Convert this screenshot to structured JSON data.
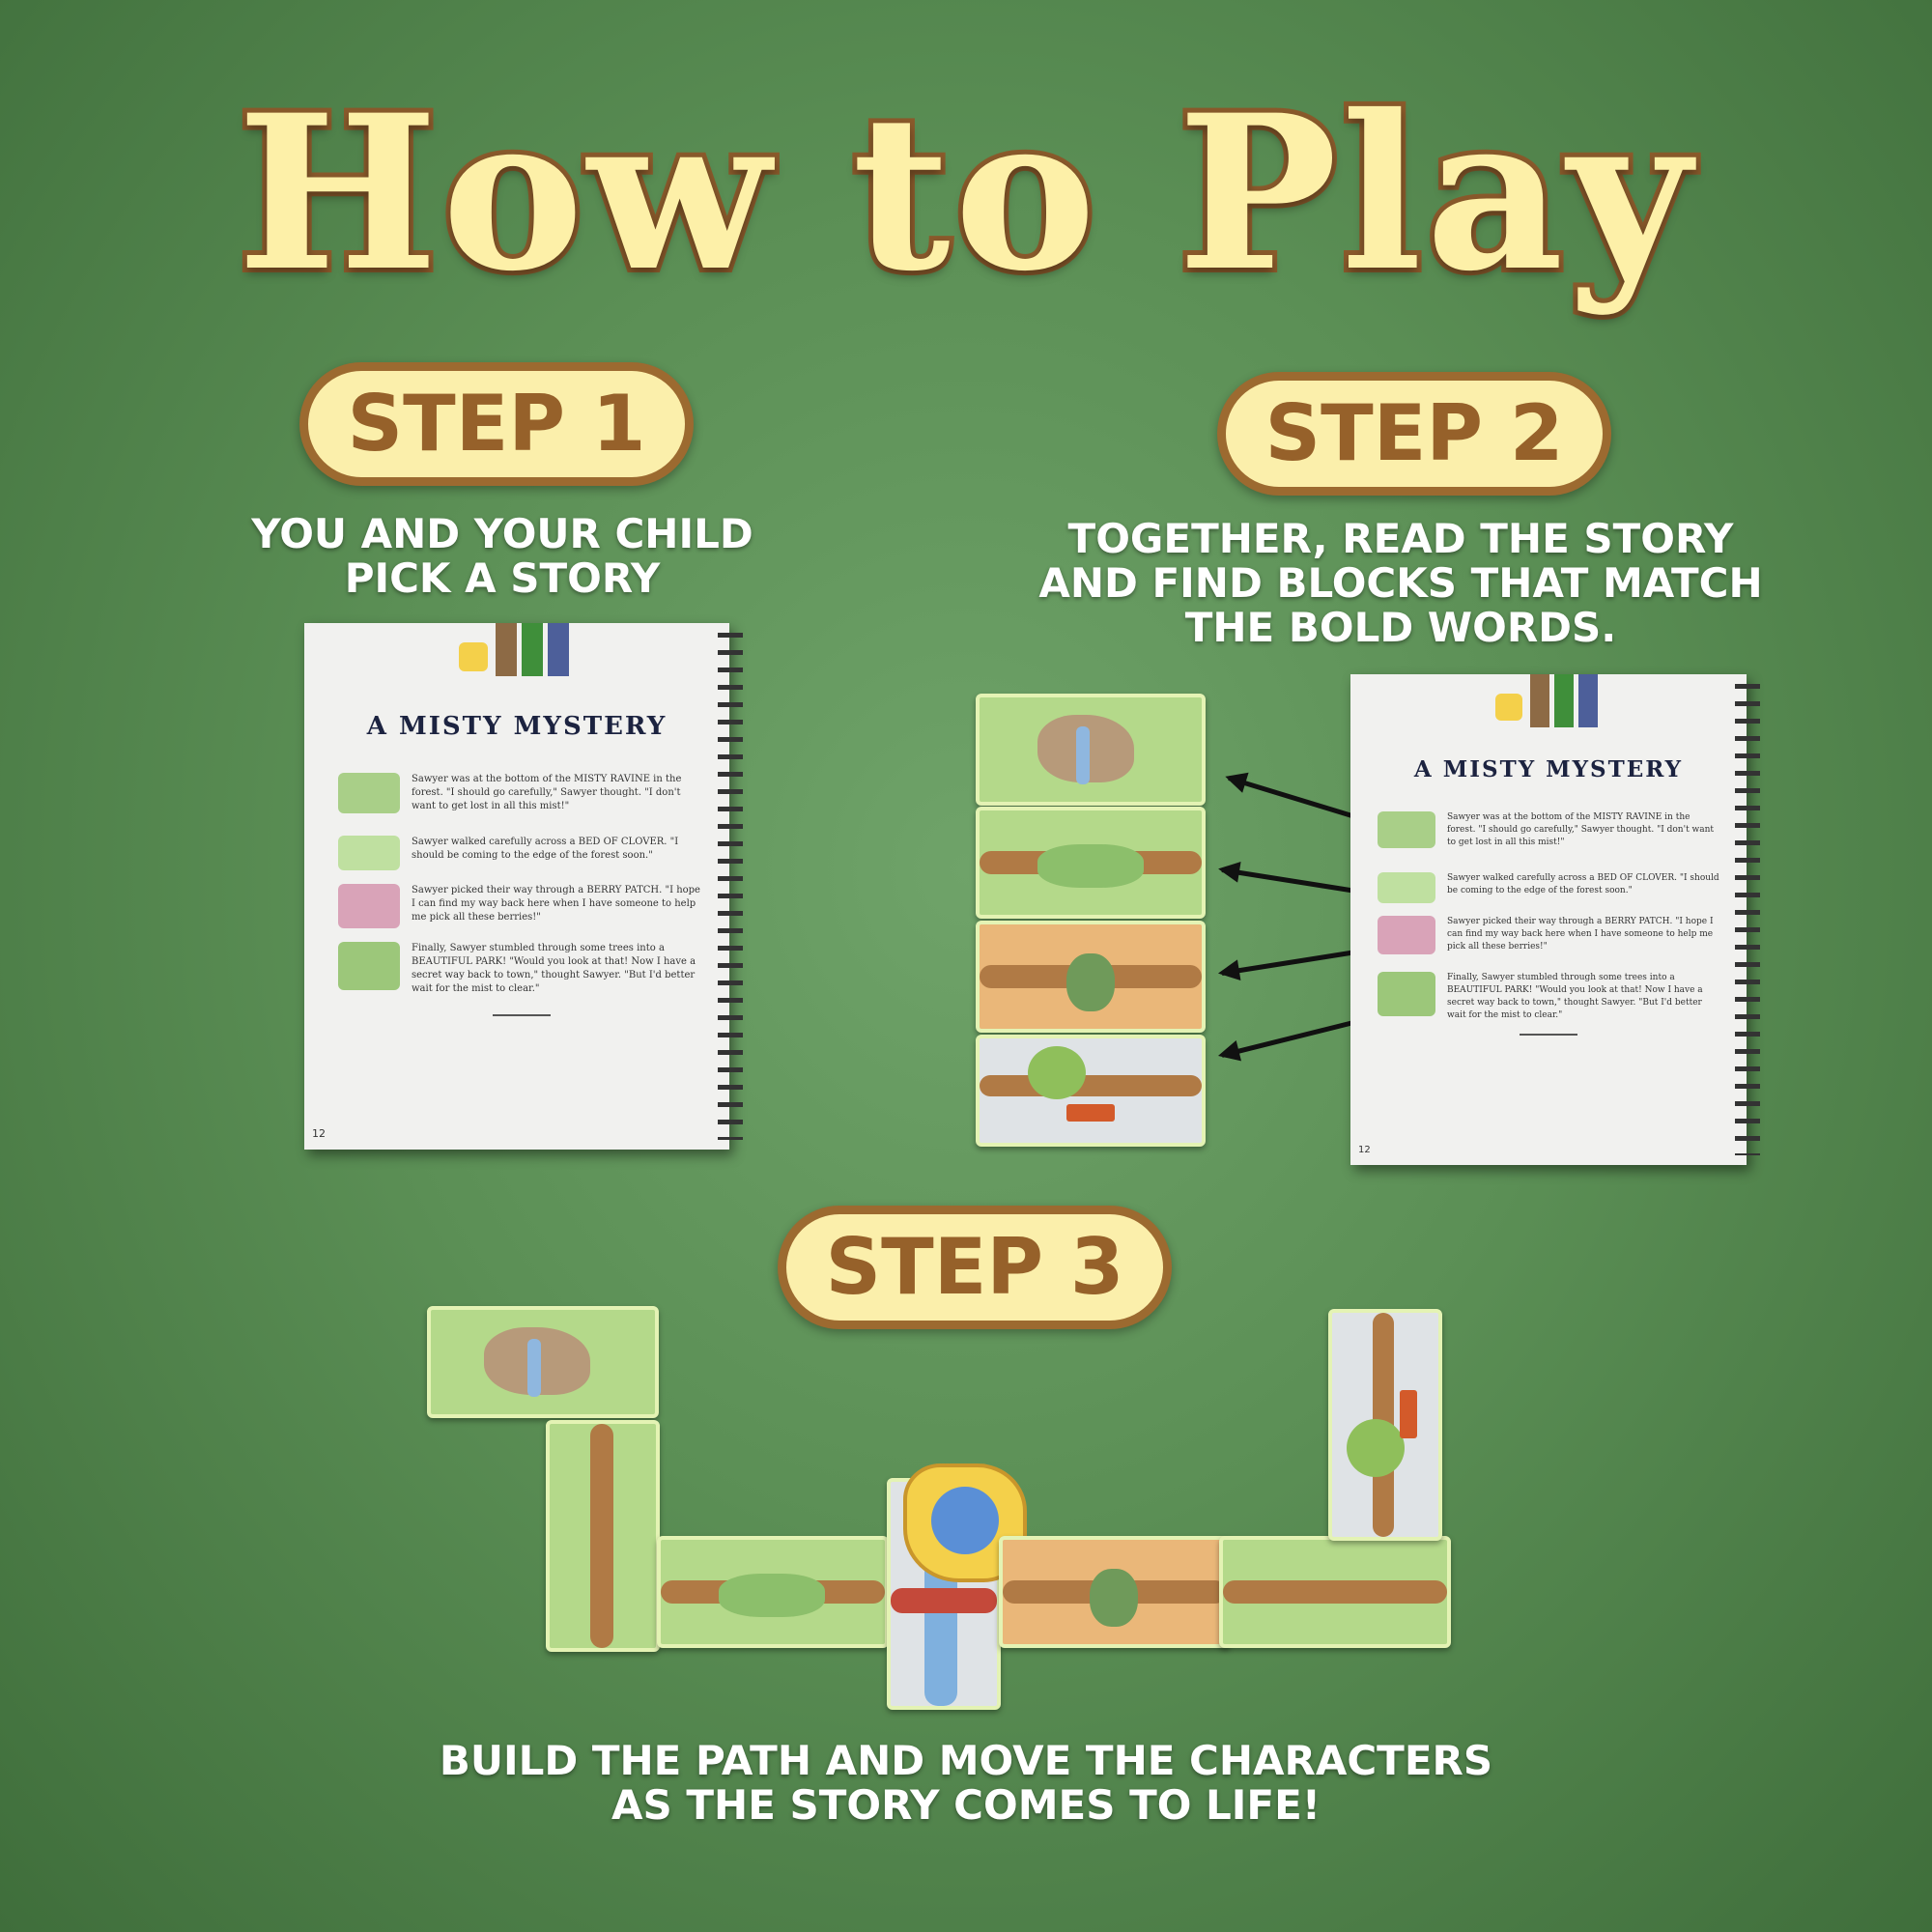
{
  "title": "How to Play",
  "step1": {
    "label": "STEP 1",
    "caption_line1": "YOU AND YOUR CHILD",
    "caption_line2": "PICK A STORY"
  },
  "step2": {
    "label": "STEP 2",
    "caption_line1": "TOGETHER, READ THE STORY",
    "caption_line2": "AND FIND BLOCKS THAT MATCH",
    "caption_line3": "THE BOLD WORDS."
  },
  "step3": {
    "label": "STEP 3",
    "caption_line1": "BUILD THE PATH AND MOVE THE CHARACTERS",
    "caption_line2": "AS THE STORY COMES TO LIFE!"
  },
  "book": {
    "story_title": "A MISTY MYSTERY",
    "page_number": "12",
    "paragraphs": [
      "Sawyer was at the bottom of the MISTY RAVINE in the forest. \"I should go carefully,\" Sawyer thought. \"I don't want to get lost in all this mist!\"",
      "Sawyer walked carefully across a BED OF CLOVER. \"I should be coming to the edge of the forest soon.\"",
      "Sawyer picked their way through a BERRY PATCH. \"I hope I can find my way back here when I have someone to help me pick all these berries!\"",
      "Finally, Sawyer stumbled through some trees into a BEAUTIFUL PARK! \"Would you look at that! Now I have a secret way back to town,\" thought Sawyer. \"But I'd better wait for the mist to clear.\""
    ]
  },
  "colors": {
    "pill_fill": "#fbefab",
    "pill_border": "#9c6a30",
    "tile_green": "#b4d98a",
    "tile_orange": "#eab779",
    "tile_grey": "#dfe3e6"
  }
}
